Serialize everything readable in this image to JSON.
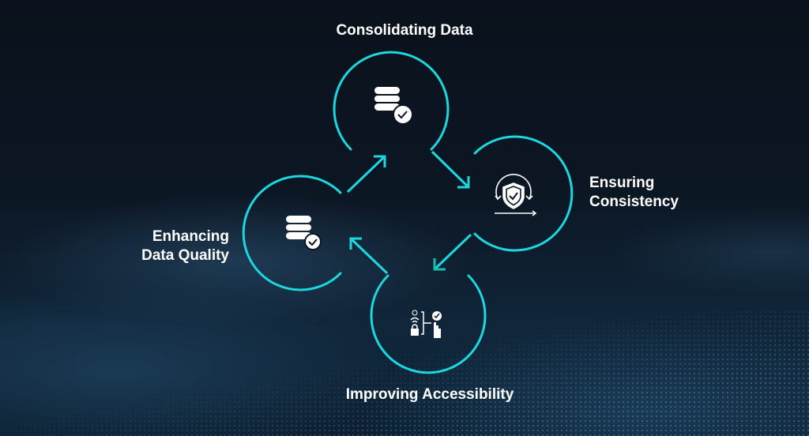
{
  "steps": [
    {
      "label": "Consolidating Data",
      "icon": "database-check-icon"
    },
    {
      "label_line1": "Ensuring",
      "label_line2": "Consistency",
      "icon": "shield-cycle-icon"
    },
    {
      "label": "Improving Accessibility",
      "icon": "access-control-icon"
    },
    {
      "label_line1": "Enhancing",
      "label_line2": "Data Quality",
      "icon": "database-check-icon"
    }
  ],
  "colors": {
    "accent": "#1ed6de",
    "background": "#0b1420",
    "text": "#ffffff"
  }
}
